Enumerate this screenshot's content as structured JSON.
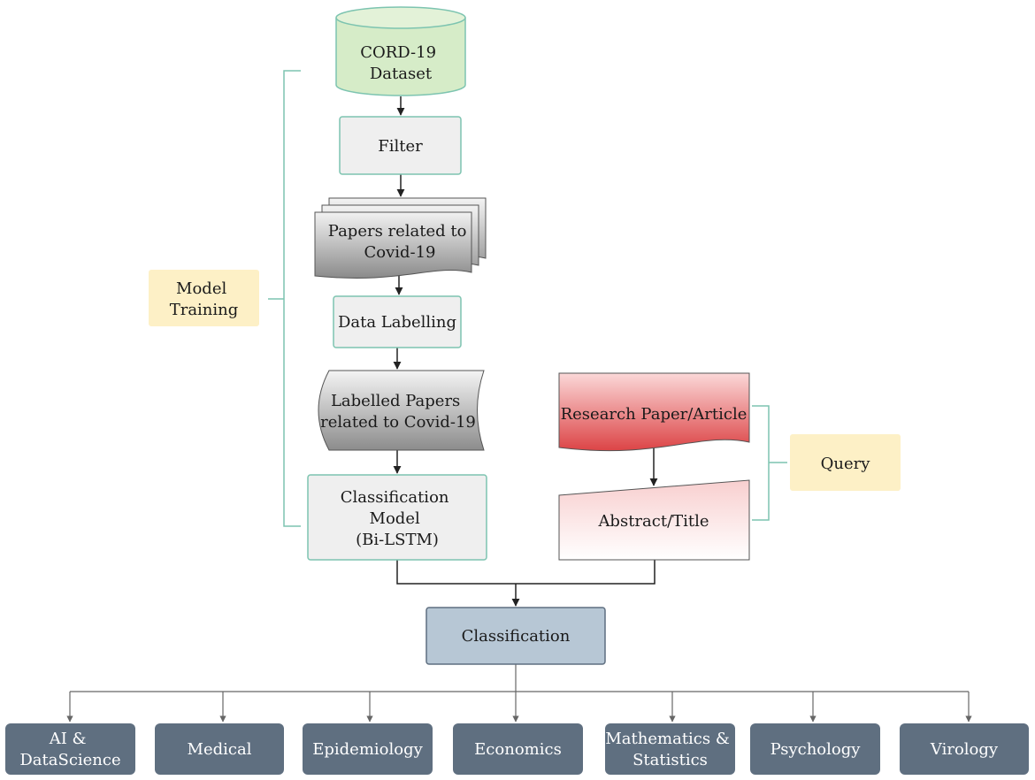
{
  "diagram": {
    "nodes": {
      "dataset": {
        "lines": [
          "CORD-19",
          "Dataset"
        ]
      },
      "filter": {
        "lines": [
          "Filter"
        ]
      },
      "papers": {
        "lines": [
          "Papers related to",
          "Covid-19"
        ]
      },
      "labelling": {
        "lines": [
          "Data Labelling"
        ]
      },
      "labelled": {
        "lines": [
          "Labelled Papers",
          "related to Covid-19"
        ]
      },
      "model": {
        "lines": [
          "Classification",
          "Model",
          "(Bi-LSTM)"
        ]
      },
      "research": {
        "lines": [
          "Research Paper/Article"
        ]
      },
      "abstract": {
        "lines": [
          "Abstract/Title"
        ]
      },
      "classification": {
        "lines": [
          "Classification"
        ]
      }
    },
    "group_labels": {
      "training": {
        "lines": [
          "Model",
          "Training"
        ]
      },
      "query": {
        "lines": [
          "Query"
        ]
      }
    },
    "categories": [
      {
        "id": "ai",
        "lines": [
          "AI &",
          "DataScience"
        ]
      },
      {
        "id": "medical",
        "lines": [
          "Medical"
        ]
      },
      {
        "id": "epidemiology",
        "lines": [
          "Epidemiology"
        ]
      },
      {
        "id": "economics",
        "lines": [
          "Economics"
        ]
      },
      {
        "id": "mathematics",
        "lines": [
          "Mathematics &",
          "Statistics"
        ]
      },
      {
        "id": "psychology",
        "lines": [
          "Psychology"
        ]
      },
      {
        "id": "virology",
        "lines": [
          "Virology"
        ]
      }
    ],
    "colors": {
      "teal_border": "#7dc4b0",
      "green_fill": "#d6ecc8",
      "gray_fill": "#efefef",
      "red_fill": "#e8585a",
      "pink_fill": "#fbdede",
      "yellow_fill": "#fdf0c6",
      "steel_fill": "#b7c7d5",
      "category_fill": "#5f6f80"
    }
  }
}
